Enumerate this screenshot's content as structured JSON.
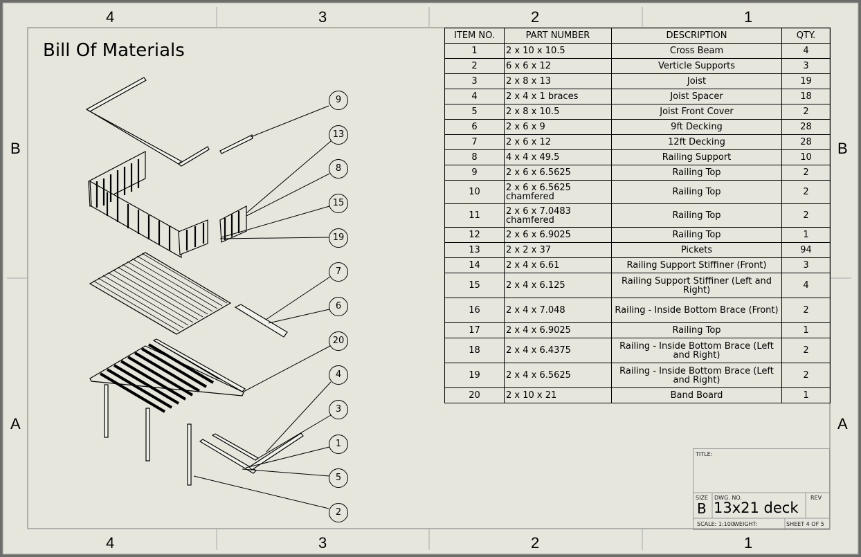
{
  "sheet": {
    "title": "Bill Of Materials",
    "zones": {
      "columns": [
        "4",
        "3",
        "2",
        "1"
      ],
      "rows": [
        "B",
        "A"
      ]
    }
  },
  "bom": {
    "headers": [
      "ITEM NO.",
      "PART NUMBER",
      "DESCRIPTION",
      "QTY."
    ],
    "rows": [
      {
        "item": "1",
        "part": "2 x 10 x 10.5",
        "desc": "Cross Beam",
        "qty": "4"
      },
      {
        "item": "2",
        "part": "6 x 6 x 12",
        "desc": "Verticle Supports",
        "qty": "3"
      },
      {
        "item": "3",
        "part": "2 x 8 x 13",
        "desc": "Joist",
        "qty": "19"
      },
      {
        "item": "4",
        "part": "2 x 4 x 1 braces",
        "desc": "Joist Spacer",
        "qty": "18"
      },
      {
        "item": "5",
        "part": "2 x 8 x 10.5",
        "desc": "Joist Front Cover",
        "qty": "2"
      },
      {
        "item": "6",
        "part": "2 x 6 x 9",
        "desc": "9ft Decking",
        "qty": "28"
      },
      {
        "item": "7",
        "part": "2 x 6 x 12",
        "desc": "12ft Decking",
        "qty": "28"
      },
      {
        "item": "8",
        "part": "4 x 4 x 49.5",
        "desc": "Railing Support",
        "qty": "10"
      },
      {
        "item": "9",
        "part": "2 x 6 x 6.5625",
        "desc": "Railing Top",
        "qty": "2"
      },
      {
        "item": "10",
        "part": "2 x 6 x 6.5625 chamfered",
        "desc": "Railing Top",
        "qty": "2"
      },
      {
        "item": "11",
        "part": "2 x 6 x 7.0483 chamfered",
        "desc": "Railing Top",
        "qty": "2"
      },
      {
        "item": "12",
        "part": "2 x 6 x 6.9025",
        "desc": "Railing Top",
        "qty": "1"
      },
      {
        "item": "13",
        "part": "2 x 2 x 37",
        "desc": "Pickets",
        "qty": "94"
      },
      {
        "item": "14",
        "part": "2 x 4 x 6.61",
        "desc": "Railing Support Stiffiner (Front)",
        "qty": "3"
      },
      {
        "item": "15",
        "part": "2 x 4 x 6.125",
        "desc": "Railing Support Stiffiner (Left and Right)",
        "qty": "4"
      },
      {
        "item": "16",
        "part": "2 x 4 x 7.048",
        "desc": "Railing - Inside Bottom Brace (Front)",
        "qty": "2"
      },
      {
        "item": "17",
        "part": "2 x 4 x 6.9025",
        "desc": "Railing Top",
        "qty": "1"
      },
      {
        "item": "18",
        "part": "2 x 4 x 6.4375",
        "desc": "Railing - Inside Bottom Brace (Left and Right)",
        "qty": "2"
      },
      {
        "item": "19",
        "part": "2 x 4 x 6.5625",
        "desc": "Railing - Inside Bottom Brace (Left and Right)",
        "qty": "2"
      },
      {
        "item": "20",
        "part": "2 x 10 x 21",
        "desc": "Band Board",
        "qty": "1"
      }
    ]
  },
  "balloons": [
    "9",
    "13",
    "8",
    "15",
    "19",
    "7",
    "6",
    "20",
    "4",
    "3",
    "1",
    "5",
    "2"
  ],
  "title_block": {
    "title_label": "TITLE:",
    "size_label": "SIZE",
    "size": "B",
    "dwg_label": "DWG. NO.",
    "dwg_no": "13x21 deck",
    "rev_label": "REV",
    "scale": "SCALE: 1:100",
    "weight": "WEIGHT:",
    "sheet": "SHEET 4 OF 5"
  }
}
